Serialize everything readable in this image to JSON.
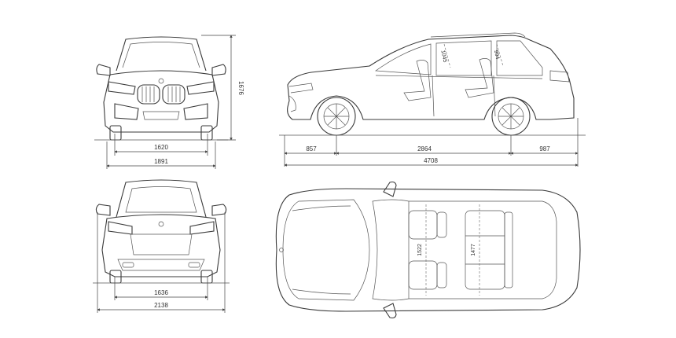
{
  "dimensions": {
    "front_track": "1620",
    "width_front": "1891",
    "height": "1676",
    "front_overhang": "857",
    "wheelbase": "2864",
    "rear_overhang": "987",
    "length": "4708",
    "rear_track": "1636",
    "width_mirrors": "2138",
    "headroom_front": "1045",
    "headroom_rear": "994",
    "shoulder_front": "1522",
    "shoulder_rear": "1477"
  }
}
